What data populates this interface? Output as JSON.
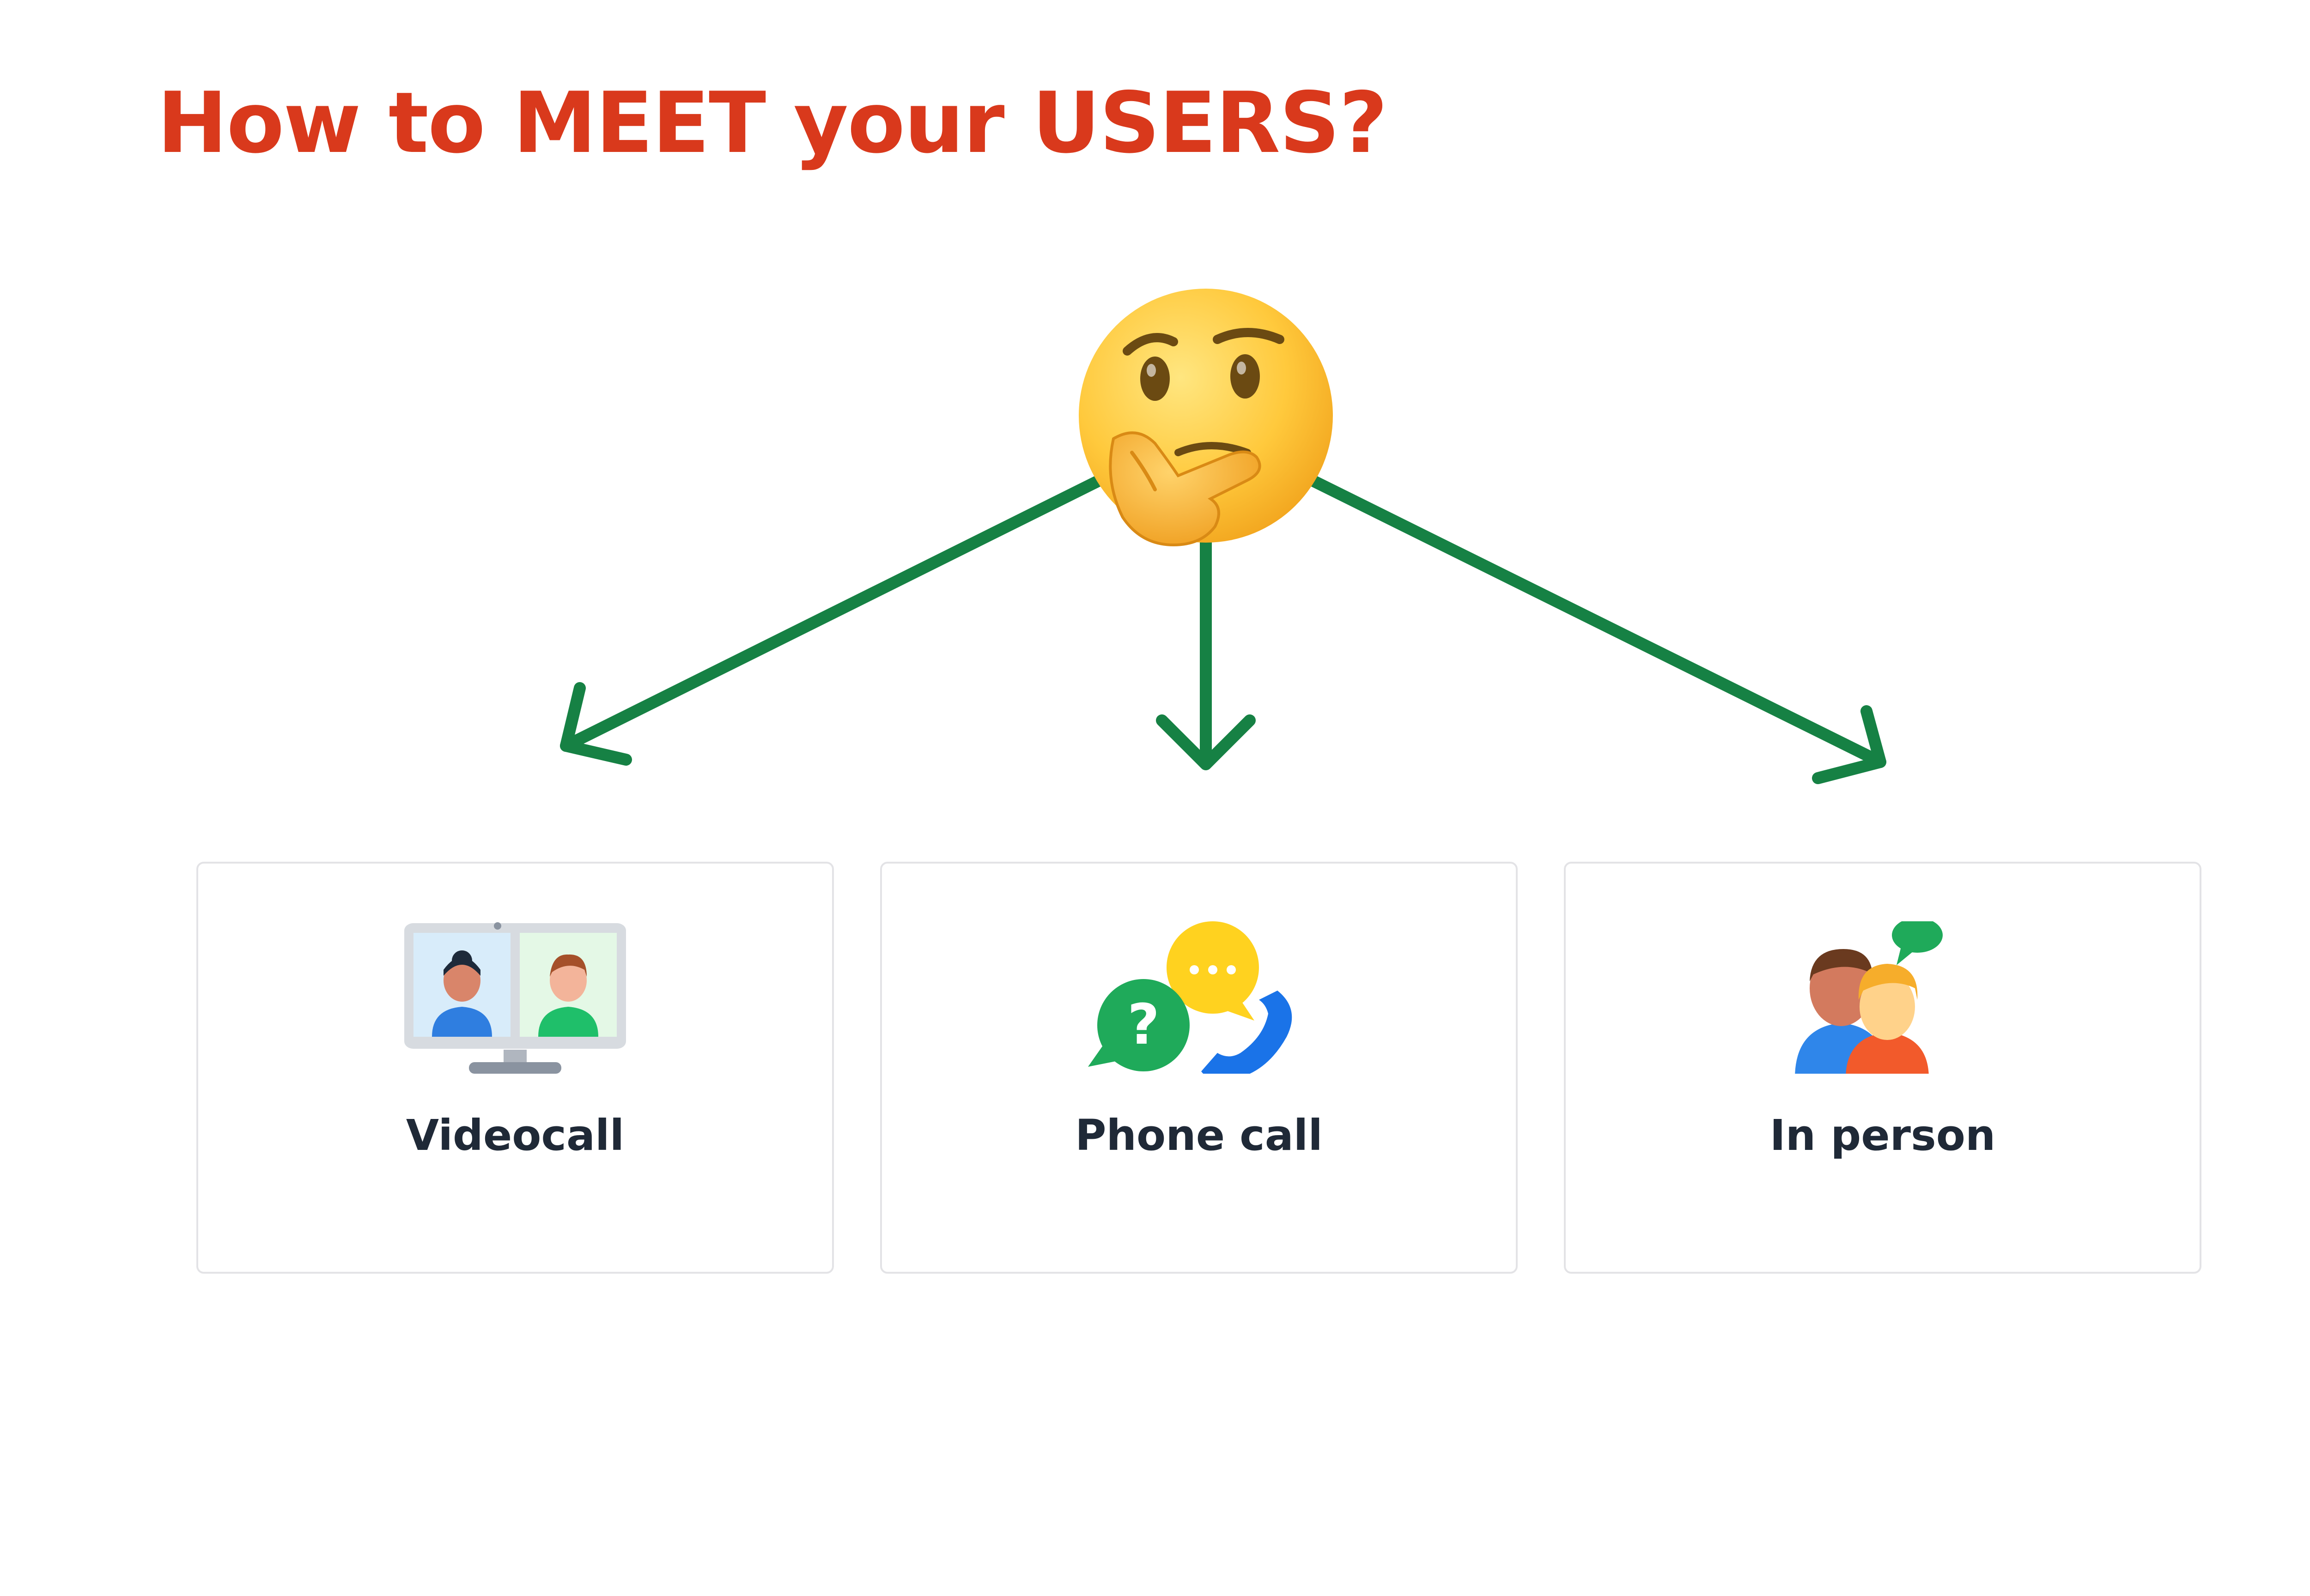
{
  "title": "How to MEET your USERS?",
  "colors": {
    "title": "#d9391c",
    "arrow": "#168144",
    "card_border": "#e3e3e6",
    "label": "#1f2937"
  },
  "center_icon": "thinking-face-icon",
  "options": [
    {
      "label": "Videocall",
      "icon": "videocall-icon"
    },
    {
      "label": "Phone call",
      "icon": "phone-call-icon"
    },
    {
      "label": "In person",
      "icon": "in-person-icon"
    }
  ]
}
